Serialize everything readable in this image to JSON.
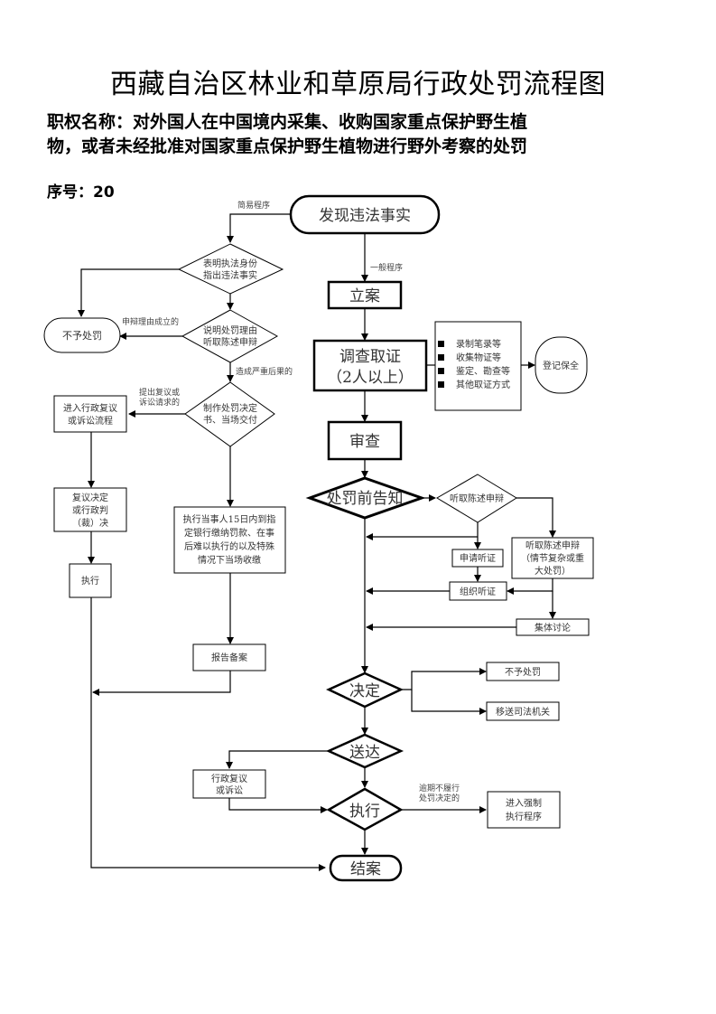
{
  "header": {
    "title": "西藏自治区林业和草原局行政处罚流程图",
    "subtitle_line1": "职权名称：对外国人在中国境内采集、收购国家重点保护野生植",
    "subtitle_line2": "物，或者未经批准对国家重点保护野生植物进行野外考察的处罚",
    "serial": "序号：20"
  },
  "flowchart": {
    "start": "发现违法事实",
    "simple_label": "简易程序",
    "general_label": "一般程序",
    "simple": {
      "d1": [
        "表明执法身份",
        "指出违法事实"
      ],
      "no_penalty": "不予处罚",
      "defense_ok_label": "申辩理由成立的",
      "d2": [
        "说明处罚理由",
        "听取陈述申辩"
      ],
      "serious_label": "造成严重后果的",
      "d3": [
        "制作处罚决定",
        "书、当场交付"
      ],
      "appeal_label": [
        "提出复议或",
        "诉讼请求的"
      ],
      "review_box": [
        "进入行政复议",
        "或诉讼流程"
      ],
      "review_decision": [
        "复议决定",
        "或行政判",
        "（裁）决"
      ],
      "execute": "执行",
      "payment_box": [
        "执行当事人15日内到指",
        "定银行缴纳罚款、在事",
        "后难以执行的以及特殊",
        "情况下当场收缴"
      ],
      "report": "报告备案"
    },
    "general": {
      "file_case": "立案",
      "investigate": [
        "调查取证",
        "（2人以上）"
      ],
      "evidence_list": [
        "录制笔录等",
        "收集物证等",
        "鉴定、勘查等",
        "其他取证方式"
      ],
      "preserve": "登记保全",
      "review": "审查",
      "notice": "处罚前告知",
      "hear_diamond": "听取陈述申辩",
      "apply_hearing": "申请听证",
      "organize_hearing": "组织听证",
      "hear_box": [
        "听取陈述申辩",
        "（情节复杂或重",
        "大处罚）"
      ],
      "discussion": "集体讨论",
      "decision": "决定",
      "no_penalty": "不予处罚",
      "transfer": "移送司法机关",
      "deliver": "送达",
      "admin_review": [
        "行政复议",
        "或诉讼"
      ],
      "execute": "执行",
      "overdue_label": [
        "逾期不履行",
        "处罚决定的"
      ],
      "enforce": [
        "进入强制",
        "执行程序"
      ],
      "close": "结案"
    }
  }
}
